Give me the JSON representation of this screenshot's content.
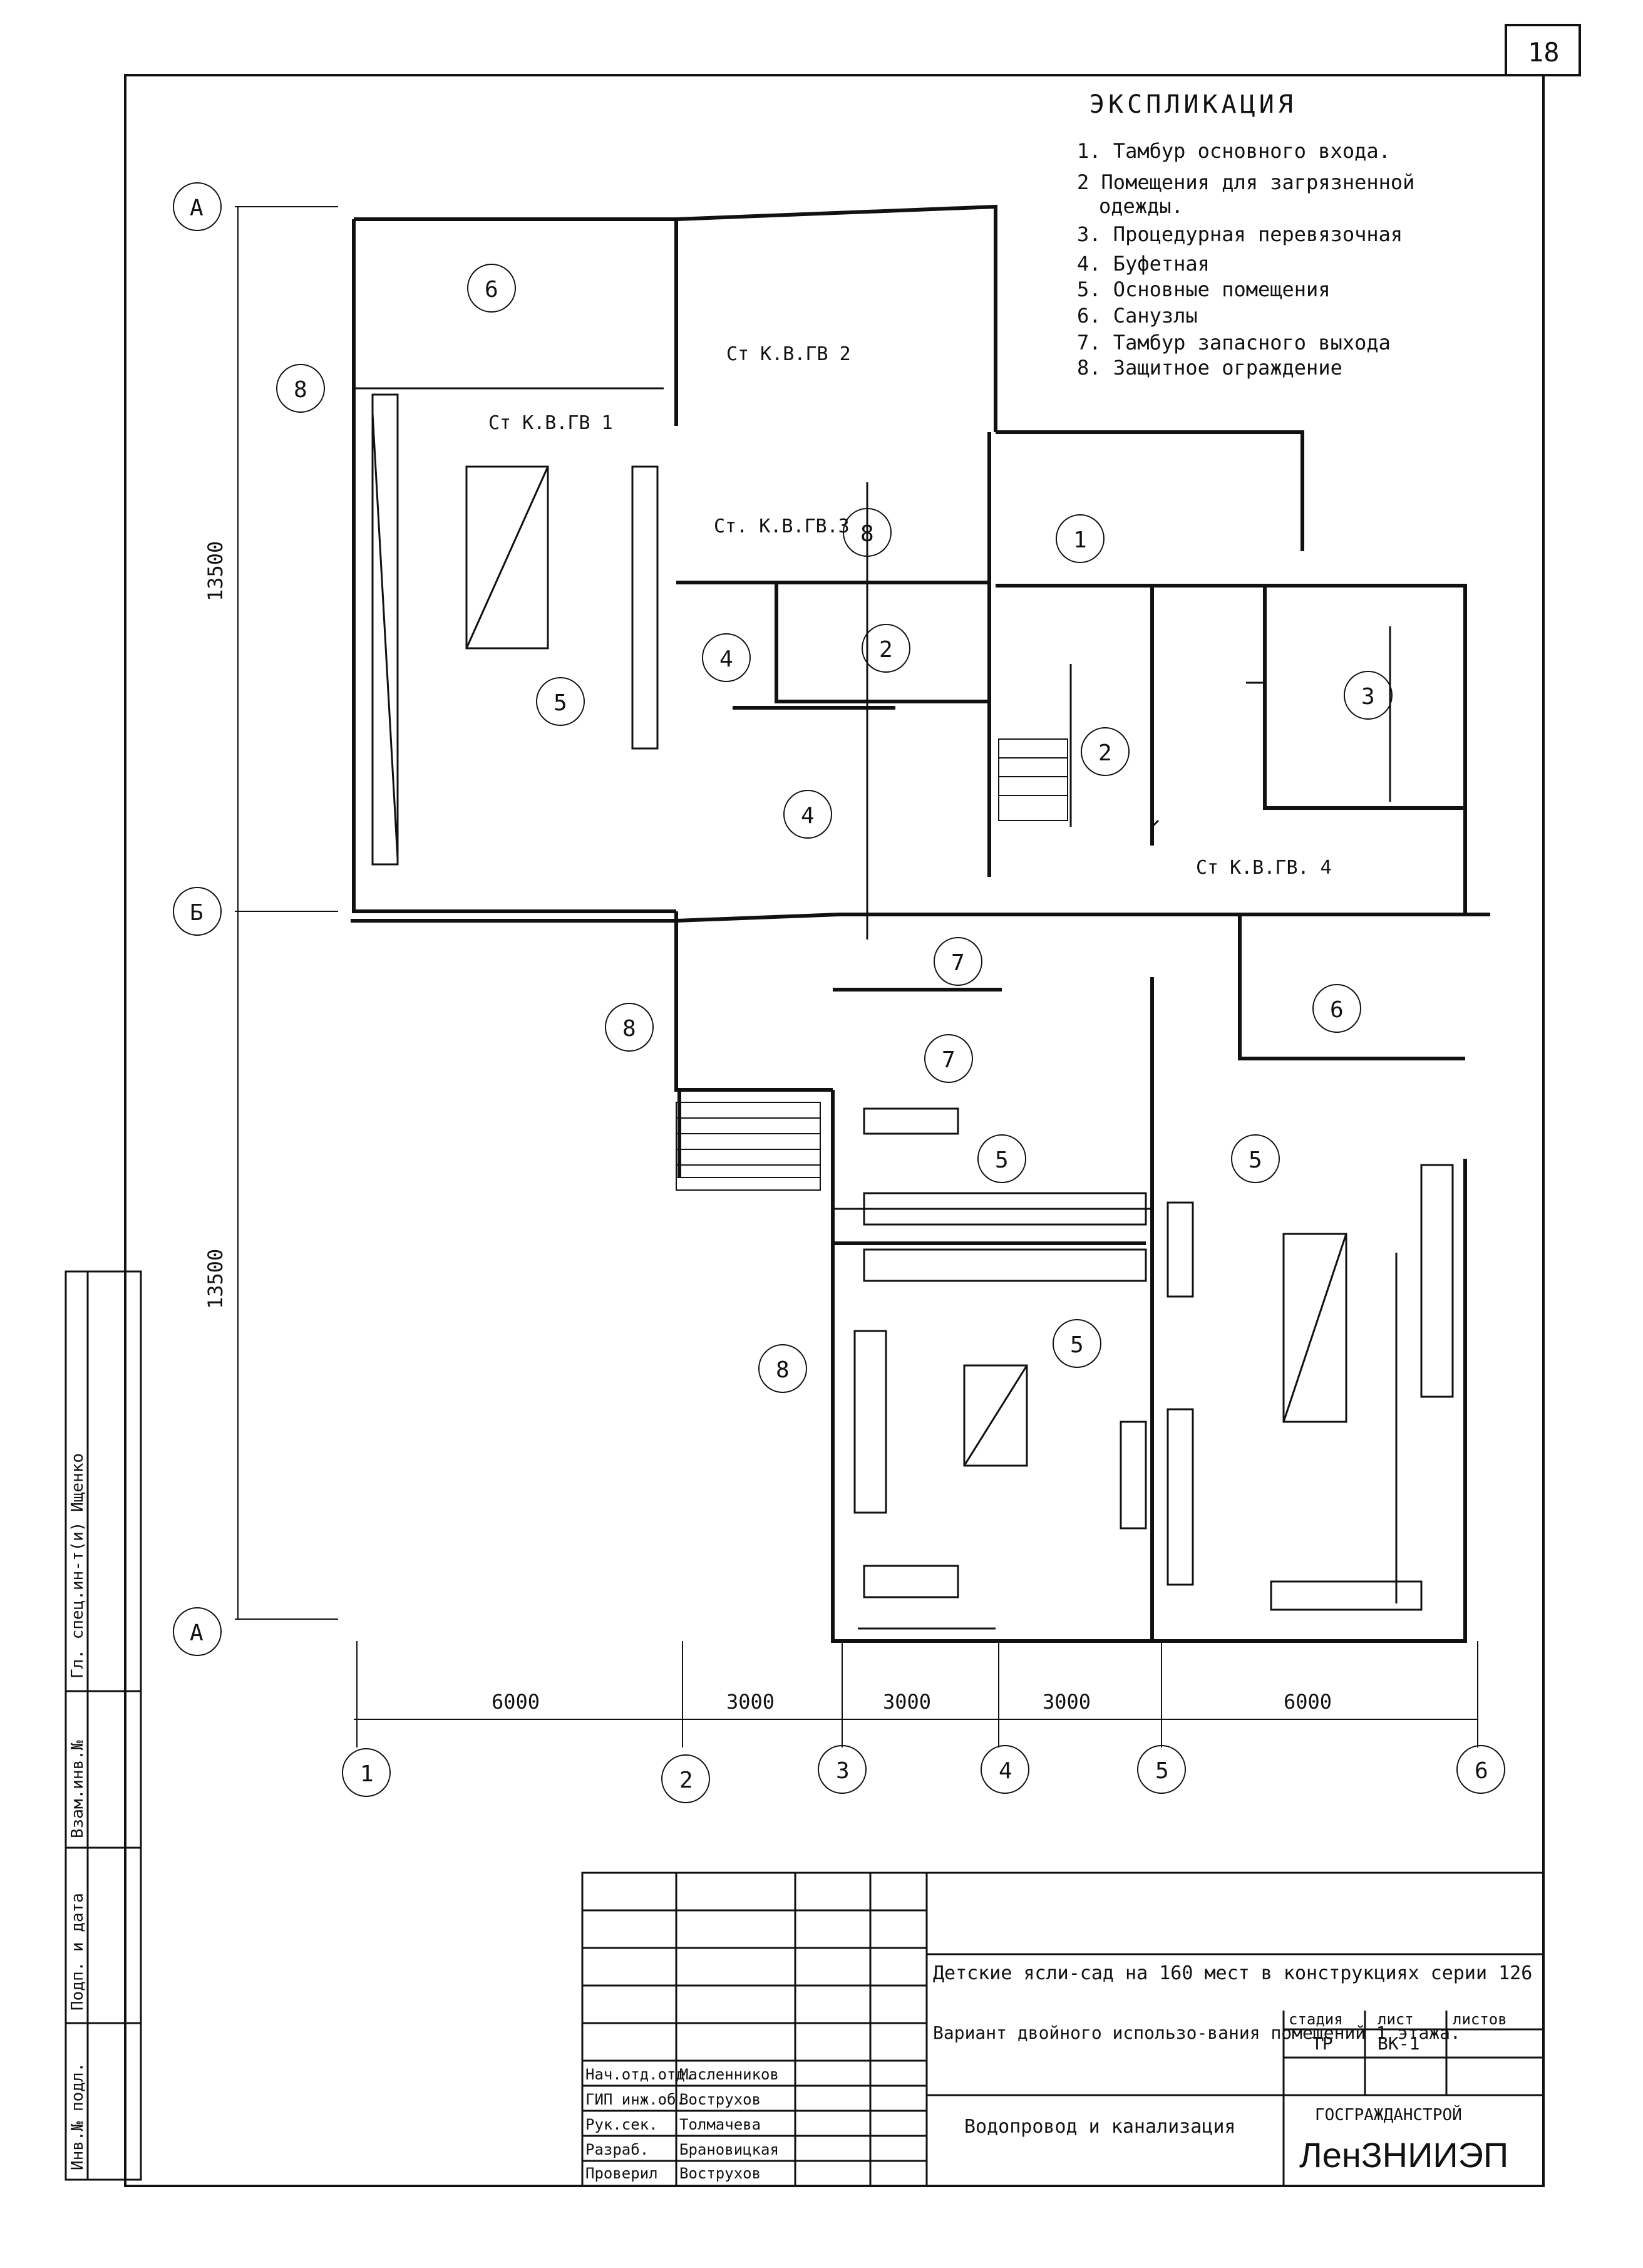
{
  "sheet": {
    "number": "18"
  },
  "legend": {
    "title": "ЭКСПЛИКАЦИЯ",
    "items": [
      "1. Тамбур основного входа.",
      "2 Помещения для загрязненной",
      "одежды.",
      "3. Процедурная перевязочная",
      "4. Буфетная",
      "5. Основные помещения",
      "6. Санузлы",
      "7. Тамбур запасного выхода",
      "8. Защитное ограждение"
    ]
  },
  "plan": {
    "axes_rows": [
      "А",
      "Б",
      "А"
    ],
    "axes_cols": [
      "1",
      "2",
      "3",
      "4",
      "5",
      "6"
    ],
    "dims_horizontal": [
      "6000",
      "3000",
      "3000",
      "3000",
      "6000"
    ],
    "dims_vertical": [
      "13500",
      "13500"
    ],
    "risers": [
      "Ст К.В.ГВ 1",
      "Ст К.В.ГВ 2",
      "Ст. К.В.ГВ.3",
      "Ст К.В.ГВ. 4"
    ],
    "room_tags": [
      "6",
      "8",
      "5",
      "4",
      "4",
      "2",
      "1",
      "2",
      "3",
      "7",
      "7",
      "6",
      "8",
      "5",
      "5",
      "5",
      "8",
      "8"
    ]
  },
  "side_stamp": {
    "cells": [
      "Гл. спец.ин-т(и) Ищенко",
      "Взам.инв.№",
      "Подп. и дата",
      "Инв.№ подл."
    ]
  },
  "title_block": {
    "project": "Детские ясли-сад на 160 мест в конструкциях серии 126",
    "sheet_title": "Вариант двойного использо-вания помещений 1 этажа.",
    "section": "Водопровод и канализация",
    "col_stage": "стадия",
    "col_sheet": "лист",
    "col_sheets": "листов",
    "stage": "ТР",
    "sheet_code": "ВК-1",
    "org_top": "ГОСГРАЖДАНСТРОЙ",
    "org_bottom": "ЛенЗНИИЭП",
    "signers": [
      {
        "role": "Нач.отд.отд.",
        "name": "Масленников"
      },
      {
        "role": "ГИП инж.об.",
        "name": "Вострухов"
      },
      {
        "role": "Рук.сек.",
        "name": "Толмачева"
      },
      {
        "role": "Разраб.",
        "name": "Брановицкая"
      },
      {
        "role": "Проверил",
        "name": "Вострухов"
      }
    ]
  }
}
